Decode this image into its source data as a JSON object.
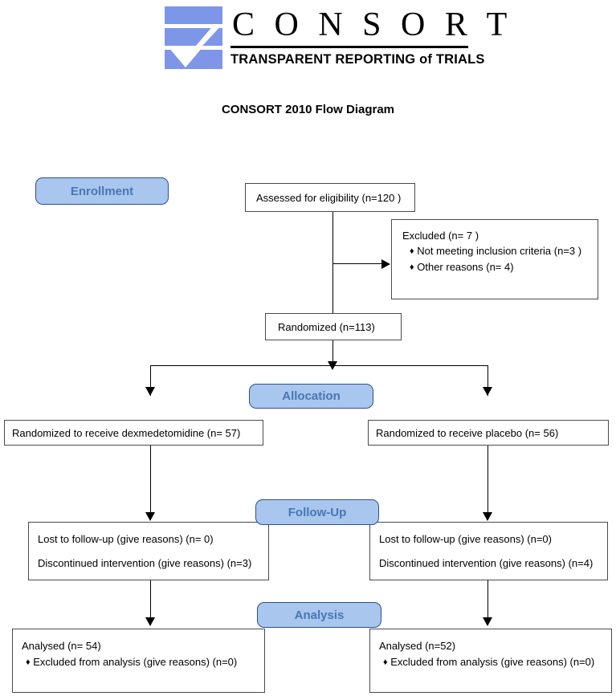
{
  "header": {
    "logo_icon": "consort-logo-icon",
    "brand": "C O N S O R T",
    "tagline": "TRANSPARENT REPORTING of TRIALS",
    "colors": {
      "logo_blue": "#7E96E8",
      "pill_fill": "#A8C6EE",
      "pill_border": "#2E4F8A",
      "pill_text": "#4877B4",
      "box_border": "#4A4A4A"
    }
  },
  "title": "CONSORT 2010 Flow Diagram",
  "stages": {
    "enrollment": "Enrollment",
    "allocation": "Allocation",
    "followup": "Follow-Up",
    "analysis": "Analysis"
  },
  "boxes": {
    "assessed": {
      "lines": [
        "Assessed for eligibility (n=120 )"
      ]
    },
    "excluded": {
      "heading": "Excluded  (n= 7 )",
      "bullets": [
        "Not meeting inclusion criteria (n=3 )",
        "Other reasons (n= 4)"
      ],
      "bullet_glyph": "♦"
    },
    "randomized": {
      "lines": [
        "Randomized (n=113)"
      ]
    },
    "alloc_left": {
      "lines": [
        "Randomized to receive dexmedetomidine (n= 57)"
      ]
    },
    "alloc_right": {
      "lines": [
        "Randomized to receive placebo (n= 56)"
      ]
    },
    "followup_left": {
      "lines": [
        "Lost to follow-up (give reasons) (n= 0)",
        "Discontinued intervention (give reasons) (n=3)"
      ]
    },
    "followup_right": {
      "lines": [
        "Lost to follow-up (give reasons) (n=0)",
        "Discontinued intervention (give reasons) (n=4)"
      ]
    },
    "analysis_left": {
      "heading": "Analysed  (n= 54)",
      "bullets": [
        "Excluded from analysis (give reasons) (n=0)"
      ],
      "bullet_glyph": "♦"
    },
    "analysis_right": {
      "heading": "Analysed  (n=52)",
      "bullets": [
        "Excluded from analysis (give reasons) (n=0)"
      ],
      "bullet_glyph": "♦"
    }
  }
}
